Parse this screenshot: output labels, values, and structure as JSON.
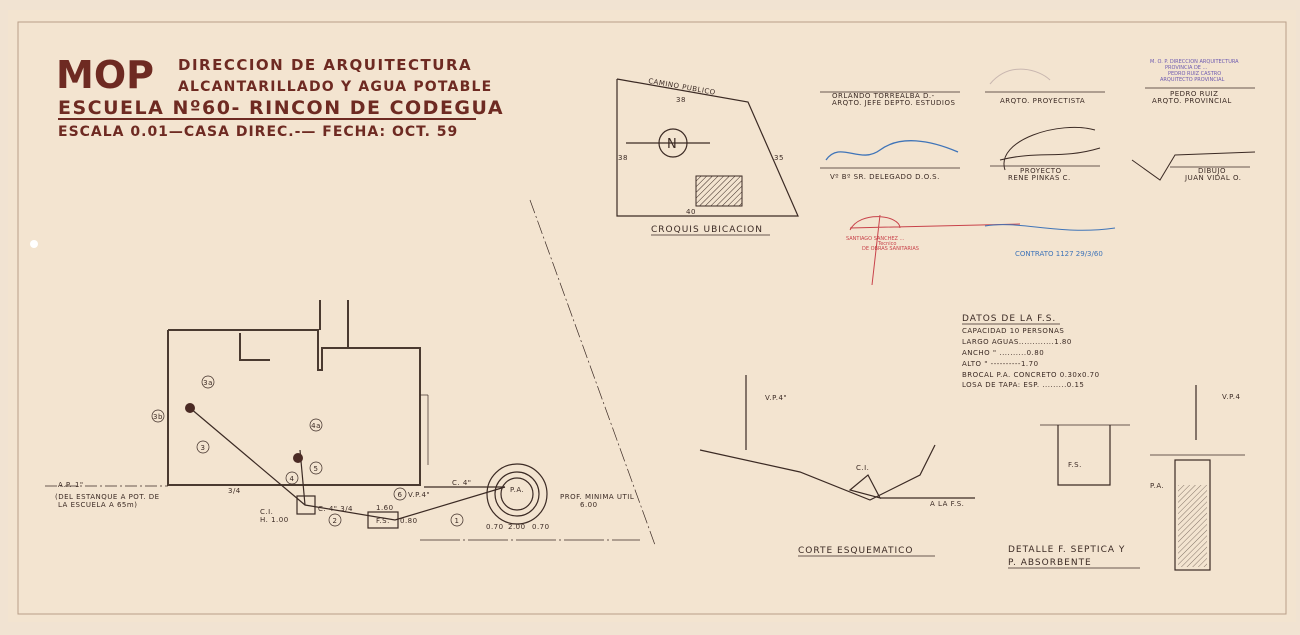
{
  "header": {
    "logo": "MOP",
    "line1": "DIRECCION DE ARQUITECTURA",
    "line2": "ALCANTARILLADO Y AGUA POTABLE",
    "line3": "ESCUELA Nº60- RINCON DE CODEGUA",
    "line4": "ESCALA 0.01—CASA DIREC.-— FECHA: OCT. 59"
  },
  "croquis": {
    "road": "CAMINO PUBLICO",
    "dim_top": "38",
    "dim_left": "38",
    "dim_right": "35",
    "dim_bottom": "40",
    "north": "N",
    "caption": "CROQUIS UBICACION"
  },
  "signatures": [
    {
      "name": "ORLANDO TORREALBA D.-",
      "role": "ARQTO. JEFE DEPTO. ESTUDIOS"
    },
    {
      "name": "",
      "role": "ARQTO. PROYECTISTA"
    },
    {
      "name": "PEDRO RUIZ",
      "role": "ARQTO. PROVINCIAL"
    },
    {
      "name": "",
      "role": "Vº Bº SR. DELEGADO D.O.S."
    },
    {
      "name": "PROYECTO",
      "role": "RENE PINKAS C."
    },
    {
      "name": "DIBUJO",
      "role": "JUAN VIDAL O."
    }
  ],
  "stamps": {
    "mop": [
      "M. O. P. DIRECCION ARQUITECTURA",
      "PROVINCIA DE ...",
      "PEDRO RUIZ CASTRO",
      "ARQUITECTO PROVINCIAL"
    ],
    "red": [
      "SANTIAGO SANCHEZ ...",
      "Tecnico",
      "DE OBRAS SANITARIAS"
    ],
    "contract": "CONTRATO 1127 29/3/60"
  },
  "datos": {
    "title": "DATOS DE LA F.S.",
    "rows": [
      "CAPACIDAD  10 PERSONAS",
      "LARGO AGUAS.............1.80",
      "ANCHO    \"   ..........0.80",
      "ALTO     \"   ----------1.70",
      "BROCAL P.A. CONCRETO 0.30x0.70",
      "LOSA DE TAPA: ESP. .........0.15"
    ]
  },
  "plan": {
    "ap": "A.P.   1\"",
    "note1": "(DEL ESTANQUE A POT. DE",
    "note2": "LA ESCUELA A 65m)",
    "ci": "C.I.",
    "ci_h": "H. 1.00",
    "fs": "F.S.",
    "fs_len": "1.60",
    "fs_w": "0.80",
    "pa": "P.A.",
    "prof": "PROF. MINIMA UTIL",
    "prof_val": "6.00",
    "vp": "V.P.4\"",
    "dims": [
      "0.70",
      "2.00",
      "0.70"
    ],
    "tags": [
      "1",
      "2",
      "3",
      "4",
      "5",
      "6",
      "3a",
      "3b",
      "4a"
    ],
    "pipe1": "C. 4\" 3/4",
    "pipe2": "C. 4\"",
    "pipe3": "3/4"
  },
  "corte": {
    "caption": "CORTE ESQUEMATICO",
    "vp": "V.P.4\"",
    "ci": "C.I.",
    "fs": "A LA F.S."
  },
  "detalle": {
    "caption1": "DETALLE F. SEPTICA Y",
    "caption2": "P. ABSORBENTE",
    "fs": "F.S.",
    "pa": "P.A.",
    "vp": "V.P.4"
  },
  "colors": {
    "paper": "#f1e3d2",
    "title_ink": "#6e2a22",
    "ink": "#3b2a24",
    "blue_ink": "#3f74b8",
    "red_ink": "#c8424a"
  }
}
